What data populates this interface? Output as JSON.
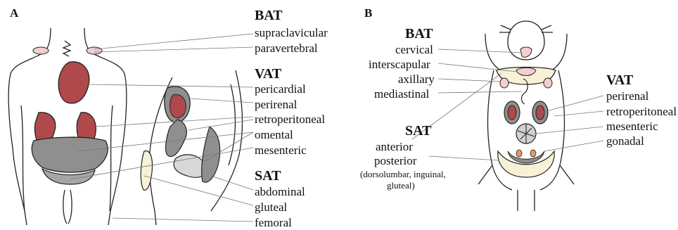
{
  "panel_a": {
    "letter": "A",
    "groups": [
      {
        "heading": "BAT",
        "items": [
          "supraclavicular",
          "paravertebral"
        ]
      },
      {
        "heading": "VAT",
        "items": [
          "pericardial",
          "perirenal",
          "retroperitoneal",
          "omental",
          "mesenteric"
        ]
      },
      {
        "heading": "SAT",
        "items": [
          "abdominal",
          "gluteal",
          "femoral"
        ]
      }
    ]
  },
  "panel_b": {
    "letter": "B",
    "groups": [
      {
        "heading": "BAT",
        "items": [
          "cervical",
          "interscapular",
          "axillary",
          "mediastinal"
        ]
      },
      {
        "heading": "SAT",
        "items": [
          "anterior",
          "posterior"
        ],
        "note_lines": [
          "(dorsolumbar, inguinal,",
          "gluteal)"
        ]
      },
      {
        "heading": "VAT",
        "items": [
          "perirenal",
          "retroperitoneal",
          "mesenteric",
          "gonadal"
        ]
      }
    ]
  },
  "colors": {
    "organ_red": "#b0494c",
    "bat_pink": "#f2cfcf",
    "fat_gray": "#8f8f8f",
    "sat_cream": "#f7f1d6",
    "outline": "#222222"
  }
}
